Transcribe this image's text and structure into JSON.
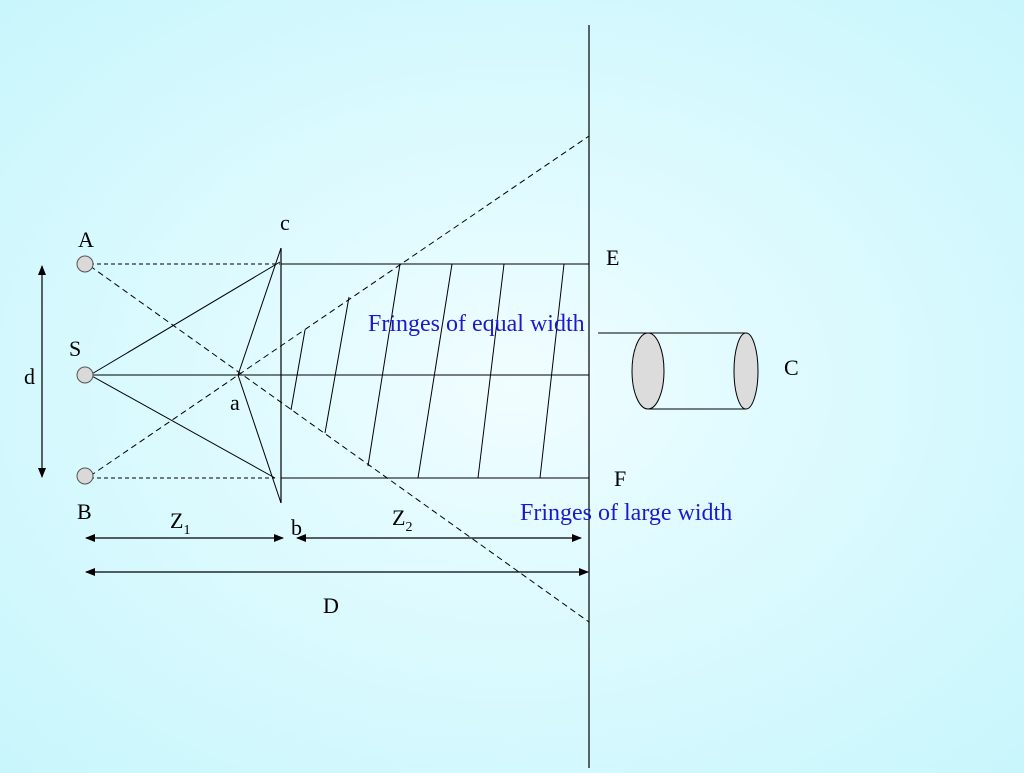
{
  "labels": {
    "A": "A",
    "S": "S",
    "B": "B",
    "c": "c",
    "a": "a",
    "b": "b",
    "d": "d",
    "E": "E",
    "F": "F",
    "C": "C",
    "Z1_main": "Z",
    "Z1_sub": "1",
    "Z2_main": "Z",
    "Z2_sub": "2",
    "D": "D"
  },
  "annotations": {
    "equal_width": "Fringes of equal width",
    "large_width": "Fringes of large width"
  },
  "colors": {
    "background": "#d4f8fd",
    "lines": "#000000",
    "annotation_text": "#1a1acc",
    "source_fill": "#d9d9d9",
    "lens_fill": "#dcdcdc"
  }
}
